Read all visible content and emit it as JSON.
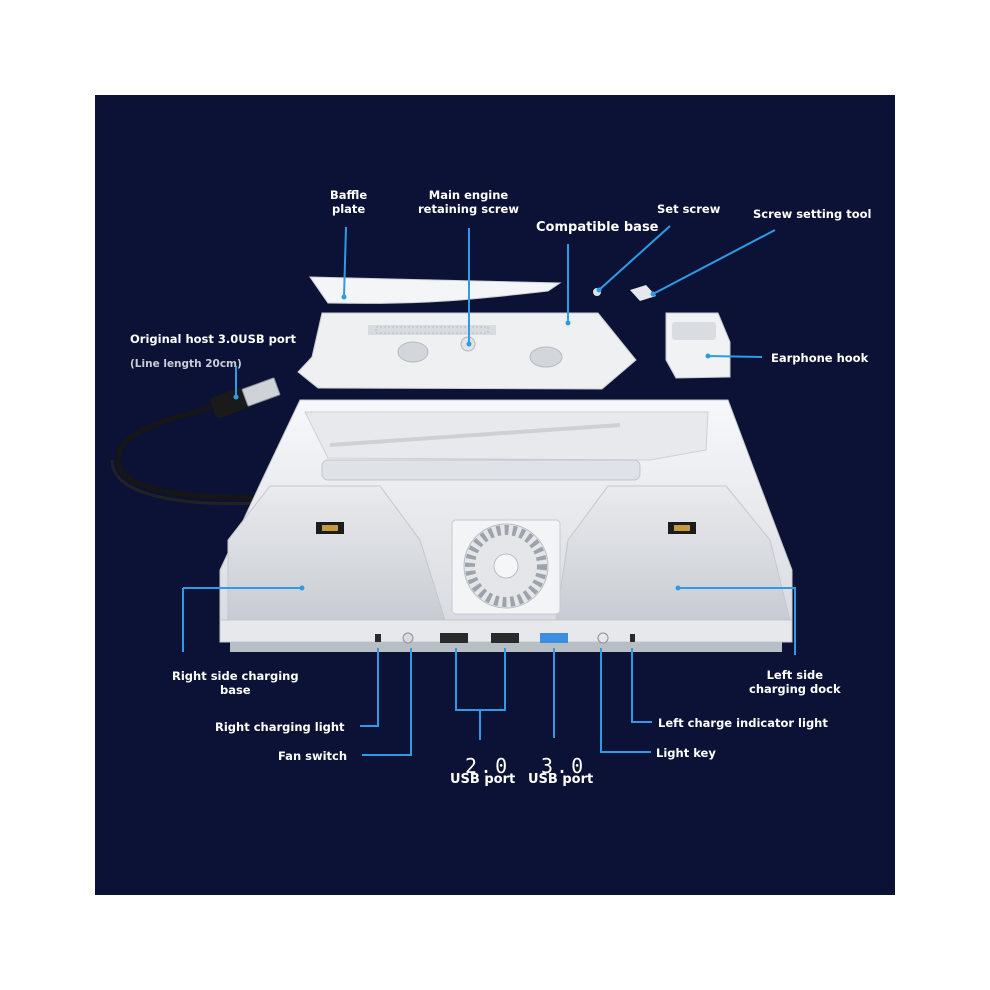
{
  "labels": {
    "baffle_plate": "Baffle\nplate",
    "main_engine_screw": "Main engine\nretaining screw",
    "compatible_base": "Compatible base",
    "set_screw": "Set screw",
    "screw_setting_tool": "Screw setting tool",
    "original_host_usb": "Original host 3.0USB port",
    "line_length": "(Line length 20cm)",
    "earphone_hook": "Earphone hook",
    "right_side_charging_base": "Right side charging\nbase",
    "left_side_charging_dock": "Left side\ncharging dock",
    "right_charging_light": "Right charging light",
    "fan_switch": "Fan switch",
    "usb_20_version": "2.0",
    "usb_20_port": "USB port",
    "usb_30_version": "3.0",
    "usb_30_port": "USB port",
    "light_key": "Light key",
    "left_charge_indicator_light": "Left charge indicator light"
  },
  "colors": {
    "background": "#0c1235",
    "leader_line": "#2e9be6",
    "product_white": "#f1f2f4",
    "product_shadow": "#c9ccd2",
    "usb_30_blue": "#3a8fe0"
  }
}
